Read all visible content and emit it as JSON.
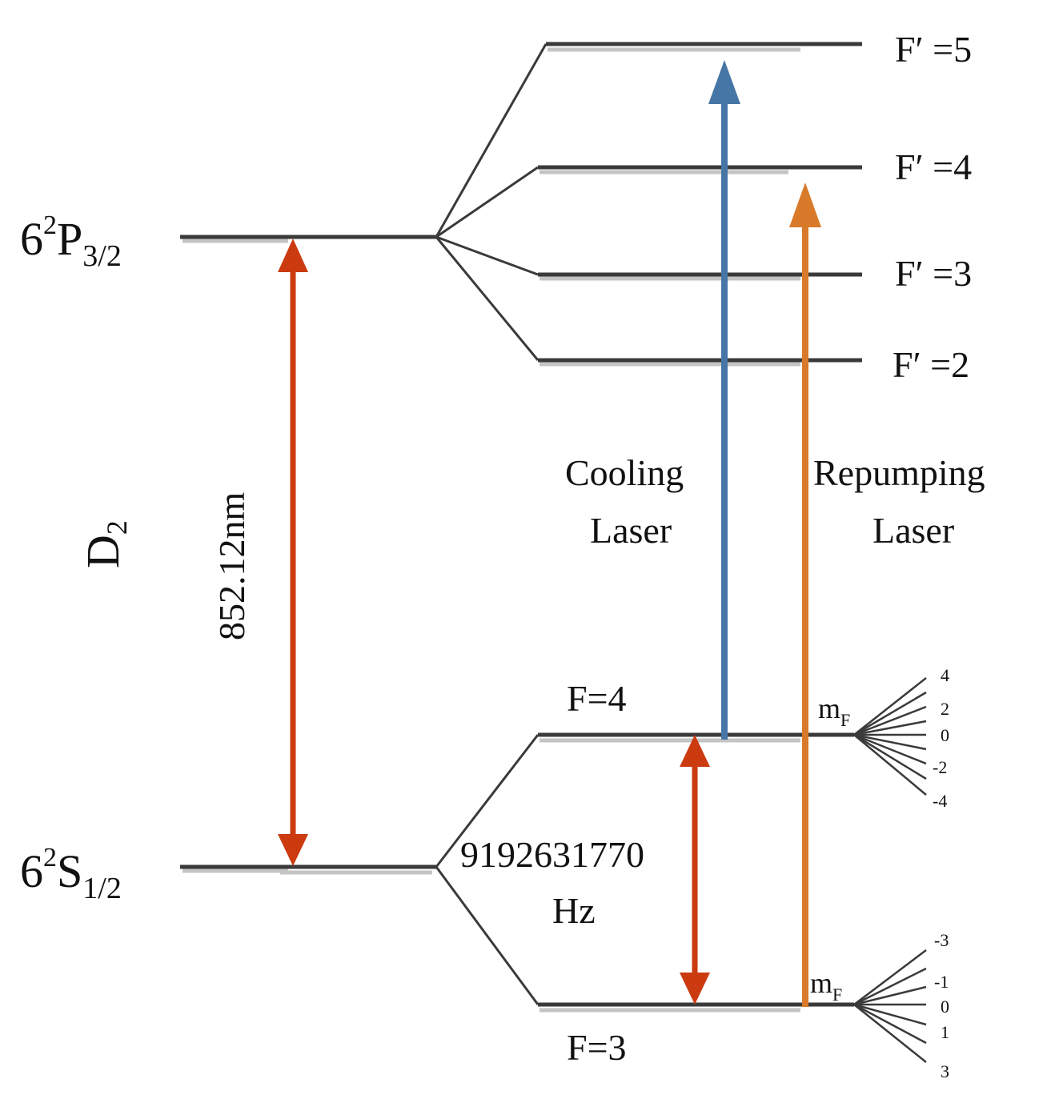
{
  "colors": {
    "level": "#3a3a3a",
    "shadow": "#c4c4c4",
    "red_arrow": "#cc3a10",
    "blue_arrow": "#4676a6",
    "orange_arrow": "#d97a2a"
  },
  "states": {
    "p32": {
      "n": "6",
      "sup": "2",
      "letter": "P",
      "sub": "3/2"
    },
    "s12": {
      "n": "6",
      "sup": "2",
      "letter": "S",
      "sub": "1/2"
    }
  },
  "d2": {
    "main": "D",
    "sub": "2"
  },
  "wavelength": "852.12nm",
  "excited_hyperfine": [
    {
      "label": "F′ =5"
    },
    {
      "label": "F′ =4"
    },
    {
      "label": "F′ =3"
    },
    {
      "label": "F′ =2"
    }
  ],
  "ground_hyperfine": {
    "upper": "F=4",
    "lower": "F=3"
  },
  "frequency": {
    "value": "9192631770",
    "unit": "Hz"
  },
  "cooling": {
    "line1": "Cooling",
    "line2": "Laser"
  },
  "repumping": {
    "line1": "Repumping",
    "line2": "Laser"
  },
  "mf_upper": {
    "m": "m",
    "sub": "F",
    "ticks": [
      "4",
      "2",
      "0",
      "-2",
      "-4"
    ]
  },
  "mf_lower": {
    "m": "m",
    "sub": "F",
    "ticks": [
      "-3",
      "-1",
      "0",
      "1",
      "3"
    ]
  }
}
